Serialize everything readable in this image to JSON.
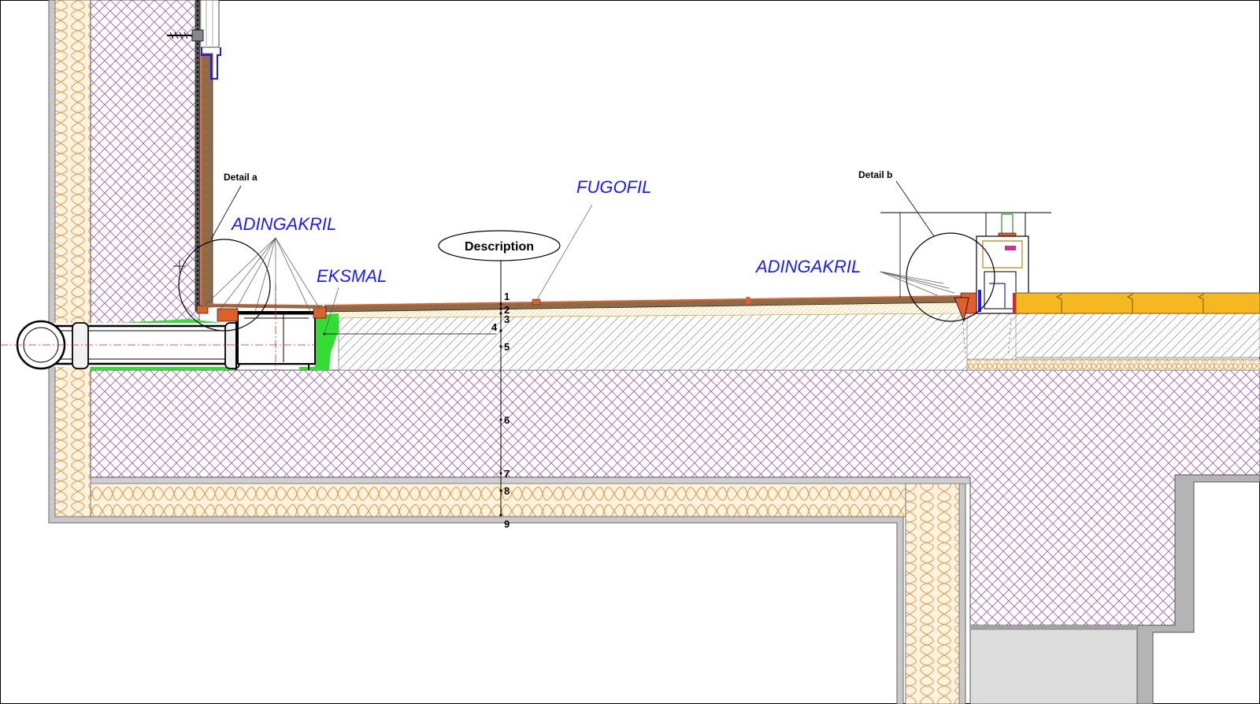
{
  "labels": {
    "detail_a": "Detail  a",
    "detail_b": "Detail  b",
    "description": "Description",
    "adingakril_left": "ADINGAKRIL",
    "adingakril_right": "ADINGAKRIL",
    "eksmal": "EKSMAL",
    "fugofil": "FUGOFIL"
  },
  "layers": [
    "1",
    "2",
    "3",
    "4",
    "5",
    "6",
    "7",
    "8",
    "9"
  ],
  "colors": {
    "label_blue": "#1a1aff",
    "hatch_purple": "#8a4d9c",
    "insulation_orange": "#e39a3a",
    "tile_yellow": "#f3b622",
    "sealant_green": "#33dd33",
    "membrane_orange": "#e0602a",
    "wall_grey": "#bdbdbd"
  },
  "icons": [
    "drain-pipe-icon",
    "window-frame-icon",
    "crosshair-icon"
  ]
}
